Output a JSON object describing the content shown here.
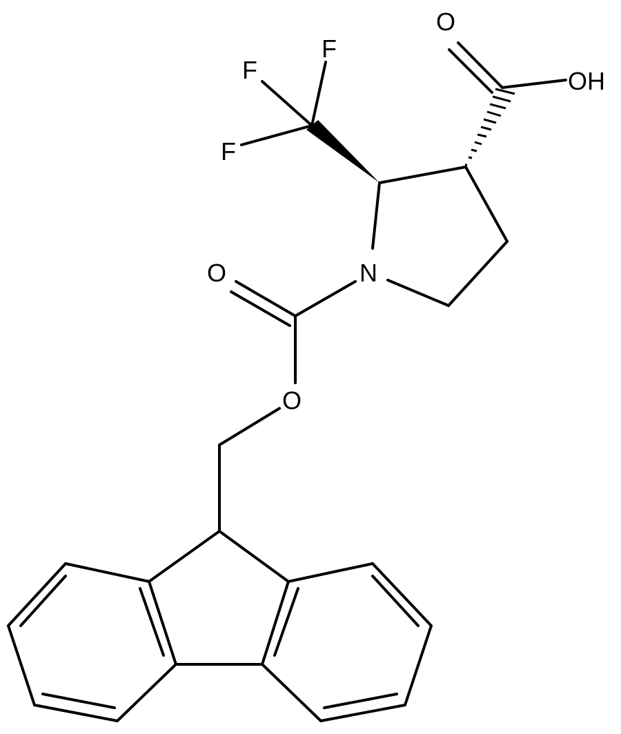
{
  "atoms": {
    "ketone_O": "O",
    "acid_O": "O",
    "acid_OH": "OH",
    "F1": "F",
    "F2": "F",
    "F3": "F",
    "N": "N",
    "ester_O": "O"
  }
}
